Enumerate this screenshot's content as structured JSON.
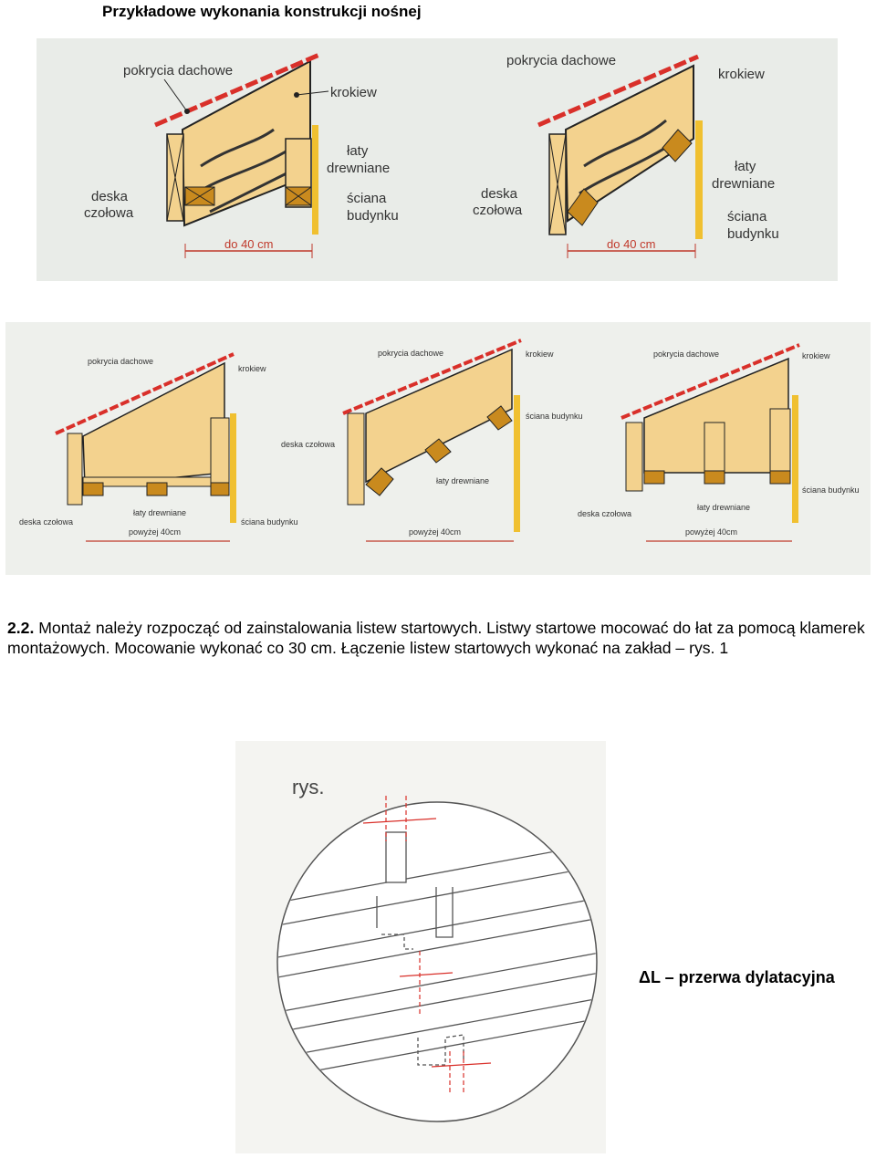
{
  "heading": "Przykładowe wykonania konstrukcji nośnej",
  "top_figure": {
    "left": {
      "roof_covering": "pokrycia dachowe",
      "rafter": "krokiew",
      "battens": "łaty\ndrewniane",
      "fascia_board": "deska\nczołowa",
      "building_wall": "ściana\nbudynku",
      "dimension": "do 40 cm"
    },
    "right": {
      "roof_covering": "pokrycia dachowe",
      "rafter": "krokiew",
      "battens": "łaty\ndrewniane",
      "fascia_board": "deska\nczołowa",
      "building_wall": "ściana\nbudynku",
      "dimension": "do 40 cm"
    }
  },
  "middle_figure": {
    "a": {
      "roof_covering": "pokrycia dachowe",
      "rafter": "krokiew",
      "fascia_board": "deska czołowa",
      "battens": "łaty drewniane",
      "building_wall": "ściana budynku",
      "dimension": "powyżej 40cm"
    },
    "b": {
      "roof_covering": "pokrycia dachowe",
      "rafter": "krokiew",
      "building_wall": "ściana budynku",
      "fascia_board": "deska czołowa",
      "battens": "łaty drewniane",
      "dimension": "powyżej 40cm"
    },
    "c": {
      "roof_covering": "pokrycia dachowe",
      "rafter": "krokiew",
      "building_wall": "ściana budynku",
      "battens": "łaty drewniane",
      "fascia_board": "deska czołowa",
      "dimension": "powyżej 40cm"
    }
  },
  "paragraph": {
    "number": "2.2.",
    "text": " Montaż należy rozpocząć od zainstalowania listew startowych. Listwy startowe mocować do łat za pomocą klamerek montażowych. Mocowanie wykonać co 30 cm. Łączenie listew startowych wykonać na zakład – rys. 1"
  },
  "detail_figure": {
    "label": "rys."
  },
  "caption": "ΔL – przerwa dylatacyjna",
  "colors": {
    "wood": "#f3d28e",
    "wood_dark": "#c98a1e",
    "roof_red": "#d9302a",
    "wall_yellow": "#f0c030",
    "panel_bg": "#eef0ec"
  }
}
